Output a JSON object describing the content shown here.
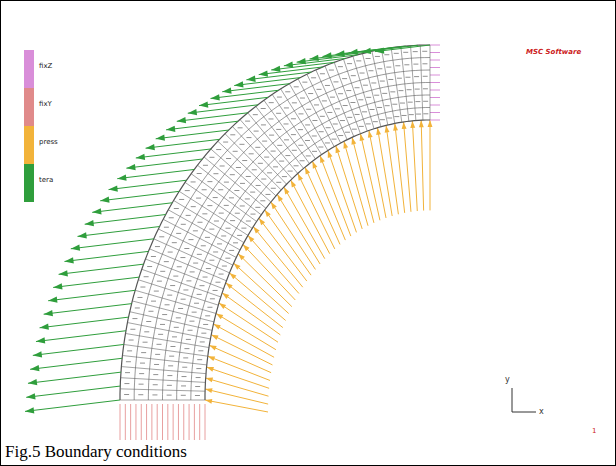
{
  "diagram": {
    "caption": "Fig.5 Boundary conditions",
    "labels": [
      "MSC Software",
      "y",
      "x",
      "1"
    ],
    "legend": [
      {
        "text": "fixZ",
        "color": "#d98ed9"
      },
      {
        "text": "fixY",
        "color": "#e08a8a"
      },
      {
        "text": "press",
        "color": "#f2b33a"
      },
      {
        "text": "tera",
        "color": "#2f9e3c"
      }
    ]
  }
}
